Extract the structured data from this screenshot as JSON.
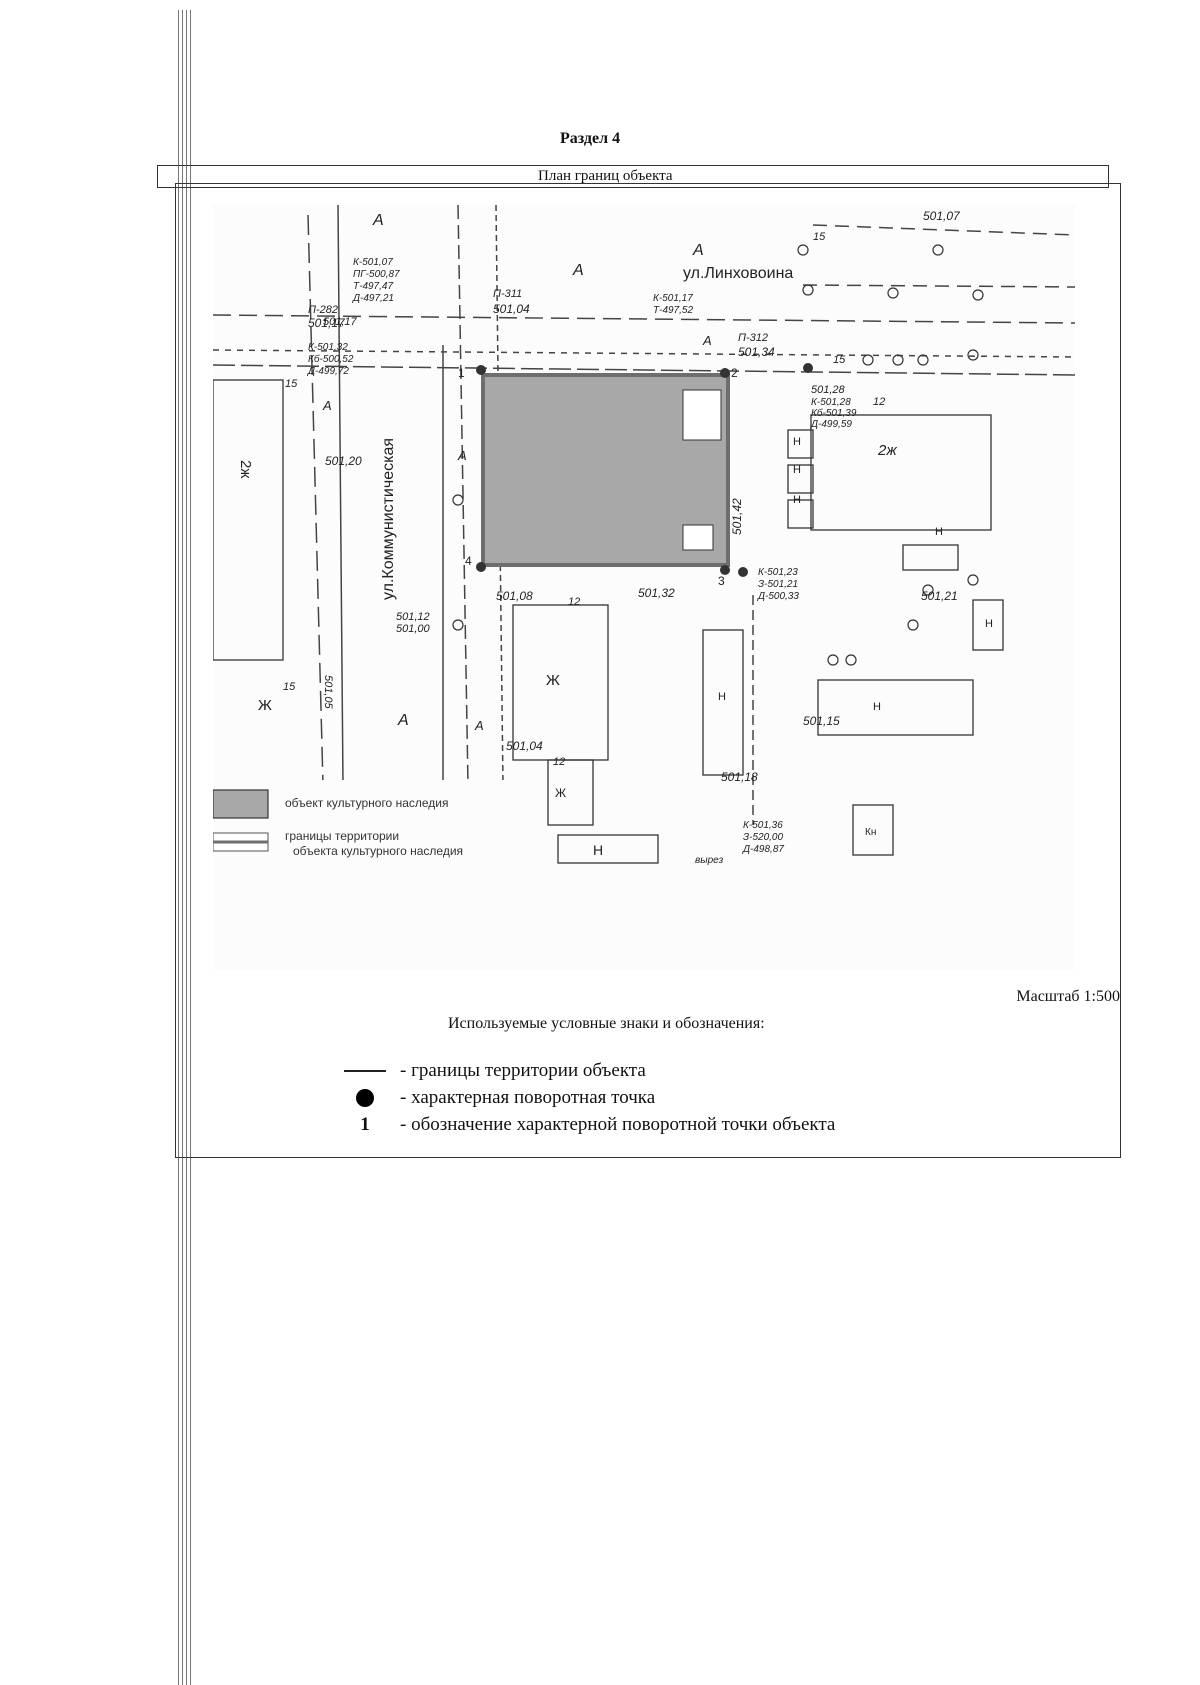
{
  "page": {
    "section_title": "Раздел 4",
    "plan_title": "План границ объекта",
    "scale": "Масштаб 1:500"
  },
  "map": {
    "streets": [
      "ул.Линховоина",
      "ул.Коммунистическая"
    ],
    "block_labels": [
      "А",
      "А",
      "А",
      "А",
      "А",
      "А",
      "А",
      "А",
      "2ж",
      "2ж",
      "Ж",
      "Ж",
      "Ж",
      "Н",
      "Н",
      "Н",
      "Н",
      "Н",
      "Н",
      "Н",
      "Н",
      "Кн"
    ],
    "floor_counts": [
      "12",
      "12",
      "12",
      "15",
      "15",
      "15",
      "15"
    ],
    "point_labels": [
      "1",
      "2",
      "3",
      "4"
    ],
    "elevations": [
      "501,07",
      "501,04",
      "501,17",
      "501,17",
      "501,20",
      "501,12",
      "501,00",
      "501,08",
      "501,04",
      "501,32",
      "501,42",
      "501,34",
      "501,21",
      "501,15",
      "501,18",
      "501,05",
      "501,28"
    ],
    "marks": [
      "К-501,07",
      "ПГ-500,87",
      "Т-497,47",
      "Д-497,21",
      "П-311",
      "П-282",
      "П-312",
      "К-501,17",
      "Т-497,52",
      "К-501,32",
      "Кб-500,52",
      "Д-499,72",
      "К-501,28",
      "Кб-501,39",
      "Д-499,59",
      "К-501,23",
      "З-501,21",
      "Д-500,33",
      "К-501,36",
      "З-520,00",
      "Д-498,87",
      "вырез"
    ],
    "legend": {
      "object": "объект культурного наследия",
      "boundary_line1": "границы  территории",
      "boundary_line2": "объекта культурного наследия"
    },
    "colors": {
      "object_fill": "#a8a8a8",
      "boundary": "#6e6e6e"
    }
  },
  "legend": {
    "title": "Используемые условные знаки и обозначения:",
    "items": [
      {
        "symbol": "line",
        "text": "- границы территории объекта"
      },
      {
        "symbol": "dot",
        "text": "- характерная поворотная точка"
      },
      {
        "symbol": "number",
        "symbol_text": "1",
        "text": "- обозначение характерной поворотной точки объекта"
      }
    ]
  }
}
